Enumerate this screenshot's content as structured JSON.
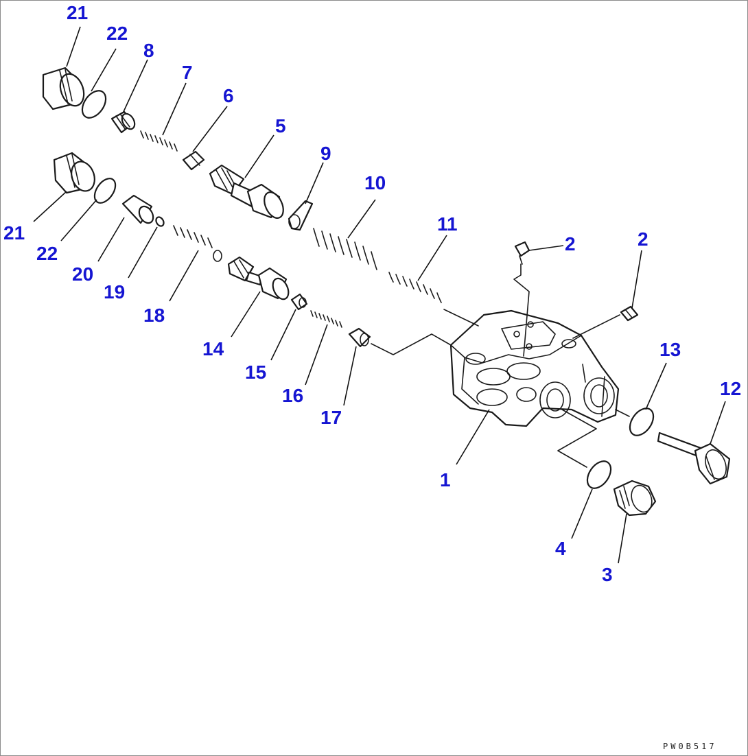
{
  "diagram": {
    "title": "",
    "drawing_code": "PW0B517",
    "callout_color": "#1515d2",
    "line_color": "#1a1a1a",
    "callouts": [
      {
        "id": "c21a",
        "label": "21"
      },
      {
        "id": "c22a",
        "label": "22"
      },
      {
        "id": "c8",
        "label": "8"
      },
      {
        "id": "c7",
        "label": "7"
      },
      {
        "id": "c6",
        "label": "6"
      },
      {
        "id": "c5",
        "label": "5"
      },
      {
        "id": "c9",
        "label": "9"
      },
      {
        "id": "c10",
        "label": "10"
      },
      {
        "id": "c11",
        "label": "11"
      },
      {
        "id": "c2a",
        "label": "2"
      },
      {
        "id": "c2b",
        "label": "2"
      },
      {
        "id": "c21b",
        "label": "21"
      },
      {
        "id": "c22b",
        "label": "22"
      },
      {
        "id": "c20",
        "label": "20"
      },
      {
        "id": "c19",
        "label": "19"
      },
      {
        "id": "c18",
        "label": "18"
      },
      {
        "id": "c14",
        "label": "14"
      },
      {
        "id": "c15",
        "label": "15"
      },
      {
        "id": "c16",
        "label": "16"
      },
      {
        "id": "c17",
        "label": "17"
      },
      {
        "id": "c13",
        "label": "13"
      },
      {
        "id": "c12",
        "label": "12"
      },
      {
        "id": "c1",
        "label": "1"
      },
      {
        "id": "c4",
        "label": "4"
      },
      {
        "id": "c3",
        "label": "3"
      }
    ]
  }
}
